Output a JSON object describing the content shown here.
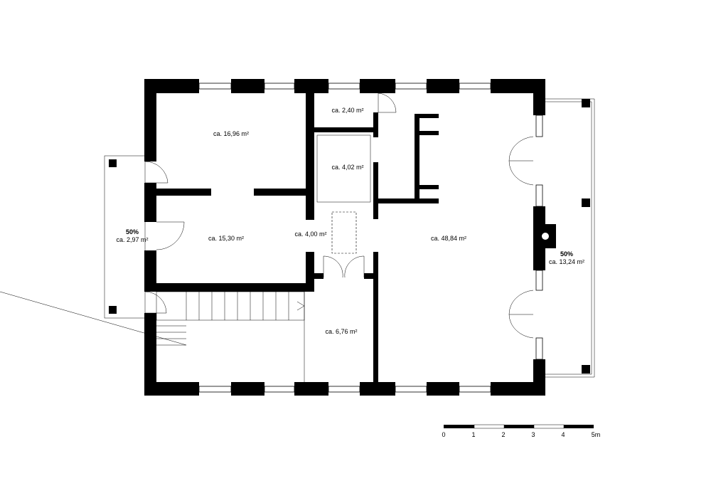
{
  "rooms": [
    {
      "id": "room-a",
      "label": "ca. 16,96 m²"
    },
    {
      "id": "room-b",
      "label": "ca. 2,40 m²"
    },
    {
      "id": "room-c",
      "label": "ca. 4,02 m²"
    },
    {
      "id": "room-d",
      "label": "ca. 15,30 m²"
    },
    {
      "id": "room-e",
      "label": "ca. 4,00 m²"
    },
    {
      "id": "room-f",
      "label": "ca. 48,84 m²"
    },
    {
      "id": "room-g",
      "label": "ca. 6,76 m²"
    }
  ],
  "balconies": [
    {
      "id": "balcony-west",
      "percent": "50%",
      "label": "ca. 2,97 m²"
    },
    {
      "id": "balcony-east",
      "percent": "50%",
      "label": "ca. 13,24 m²"
    }
  ],
  "scale_bar": {
    "ticks": [
      "0",
      "1",
      "2",
      "3",
      "4",
      "5m"
    ]
  },
  "colors": {
    "wall": "#000000",
    "background": "#ffffff"
  }
}
